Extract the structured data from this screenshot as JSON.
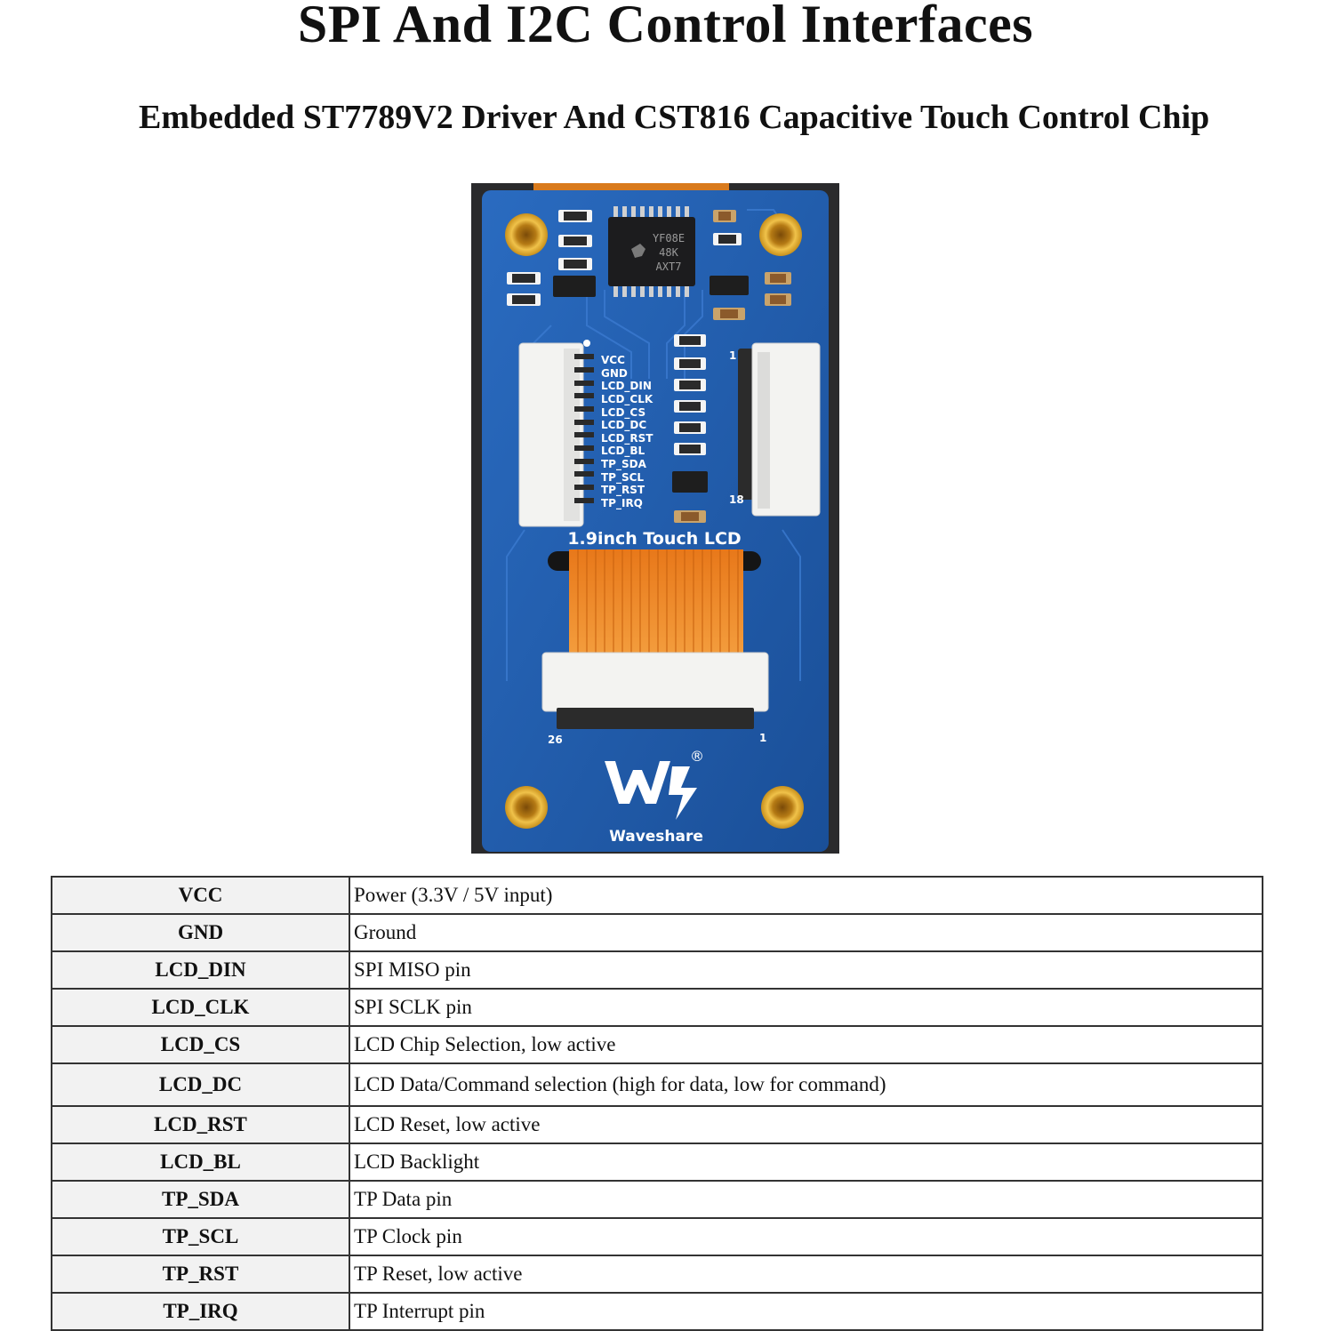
{
  "header": {
    "title": "SPI And I2C Control Interfaces",
    "subtitle": "Embedded ST7789V2 Driver And CST816 Capacitive Touch Control Chip"
  },
  "board": {
    "chip_text": [
      "YF08E",
      "48K",
      "AXT7"
    ],
    "pin_labels": [
      "VCC",
      "GND",
      "LCD_DIN",
      "LCD_CLK",
      "LCD_CS",
      "LCD_DC",
      "LCD_RST",
      "LCD_BL",
      "TP_SDA",
      "TP_SCL",
      "TP_RST",
      "TP_IRQ"
    ],
    "connector_top_start": "1",
    "connector_top_end": "18",
    "product_label": "1.9inch Touch LCD",
    "connector_bottom_left": "26",
    "connector_bottom_right": "1",
    "brand": "Waveshare",
    "registered_mark": "®",
    "colors": {
      "pcb": "#1f5aa8",
      "gold": "#d9a52a",
      "flex_cable": "#f08a1e"
    }
  },
  "pin_table": [
    {
      "pin": "VCC",
      "description": "Power (3.3V / 5V input)"
    },
    {
      "pin": "GND",
      "description": "Ground"
    },
    {
      "pin": "LCD_DIN",
      "description": "SPI MISO pin"
    },
    {
      "pin": "LCD_CLK",
      "description": "SPI SCLK pin"
    },
    {
      "pin": "LCD_CS",
      "description": "LCD Chip Selection, low active"
    },
    {
      "pin": "LCD_DC",
      "description": "LCD Data/Command selection (high for data, low for command)"
    },
    {
      "pin": "LCD_RST",
      "description": "LCD Reset, low active"
    },
    {
      "pin": "LCD_BL",
      "description": "LCD Backlight"
    },
    {
      "pin": "TP_SDA",
      "description": "TP Data pin"
    },
    {
      "pin": "TP_SCL",
      "description": "TP Clock pin"
    },
    {
      "pin": "TP_RST",
      "description": "TP Reset, low active"
    },
    {
      "pin": "TP_IRQ",
      "description": "TP Interrupt pin"
    }
  ]
}
